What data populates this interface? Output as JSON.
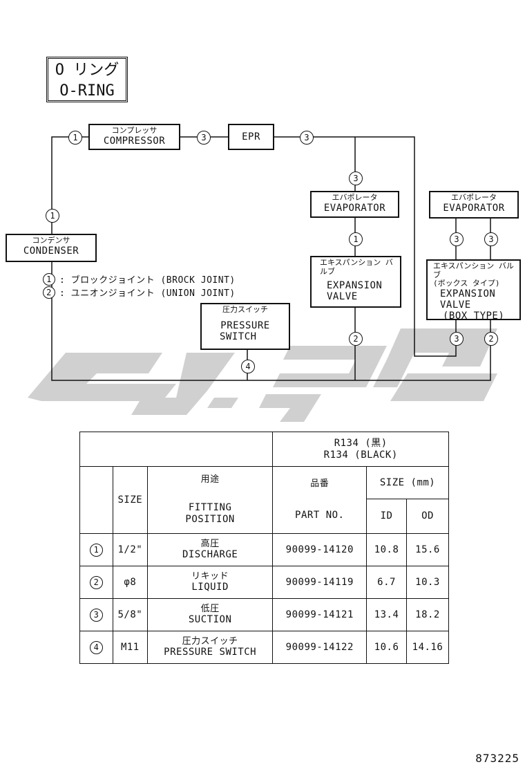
{
  "title": {
    "jp": "O リング",
    "en": "O-RING"
  },
  "components": {
    "compressor": {
      "jp": "コンプレッサ",
      "en": "COMPRESSOR"
    },
    "epr": {
      "en": "EPR"
    },
    "condenser": {
      "jp": "コンデンサ",
      "en": "CONDENSER"
    },
    "evaporator_1": {
      "jp": "エバポレータ",
      "en": "EVAPORATOR"
    },
    "expansion_valve_1": {
      "jp": "エキスパンション バルブ",
      "en_1": "EXPANSION",
      "en_2": "VALVE"
    },
    "evaporator_2": {
      "jp": "エバポレータ",
      "en": "EVAPORATOR"
    },
    "expansion_valve_2": {
      "jp_1": "エキスパンション バルブ",
      "jp_2": "(ボックス タイプ)",
      "en_1": "EXPANSION",
      "en_2": "VALVE",
      "en_3": "(BOX TYPE)"
    },
    "pressure_switch": {
      "jp": "圧力スイッチ",
      "en_1": "PRESSURE",
      "en_2": "SWITCH"
    }
  },
  "markers": {
    "m_comp_left": "1",
    "m_comp_right": "3",
    "m_epr_right": "3",
    "m_cond_top": "1",
    "m_evap1_top": "3",
    "m_evap1_bottom": "1",
    "m_exp1_bottom": "2",
    "m_evap2_left": "3",
    "m_evap2_right": "3",
    "m_exp2_left": "3",
    "m_exp2_right": "2",
    "m_switch": "4"
  },
  "legend": [
    {
      "num": "1",
      "text": ": ブロックジョイント (BROCK JOINT)"
    },
    {
      "num": "2",
      "text": ": ユニオンジョイント (UNION JOINT)"
    }
  ],
  "table": {
    "header_refrigerant_1": "R134 (黒)",
    "header_refrigerant_2": "R134 (BLACK)",
    "col_size": "SIZE",
    "col_fitting_jp": "用途",
    "col_fitting_en_1": "FITTING",
    "col_fitting_en_2": "POSITION",
    "col_part_jp": "品番",
    "col_part_en": "PART NO.",
    "col_size_mm": "SIZE (mm)",
    "col_id": "ID",
    "col_od": "OD",
    "rows": [
      {
        "num": "1",
        "size": "1/2\"",
        "jp": "高圧",
        "en": "DISCHARGE",
        "part": "90099-14120",
        "id": "10.8",
        "od": "15.6"
      },
      {
        "num": "2",
        "size": "φ8",
        "jp": "リキッド",
        "en": "LIQUID",
        "part": "90099-14119",
        "id": "6.7",
        "od": "10.3"
      },
      {
        "num": "3",
        "size": "5/8\"",
        "jp": "低圧",
        "en": "SUCTION",
        "part": "90099-14121",
        "id": "13.4",
        "od": "18.2"
      },
      {
        "num": "4",
        "size": "M11",
        "jp": "圧力スイッチ",
        "en": "PRESSURE SWITCH",
        "part": "90099-14122",
        "id": "10.6",
        "od": "14.16"
      }
    ]
  },
  "drawing_code": "873225",
  "colors": {
    "line": "#111111",
    "watermark": "#c8c8c8"
  }
}
